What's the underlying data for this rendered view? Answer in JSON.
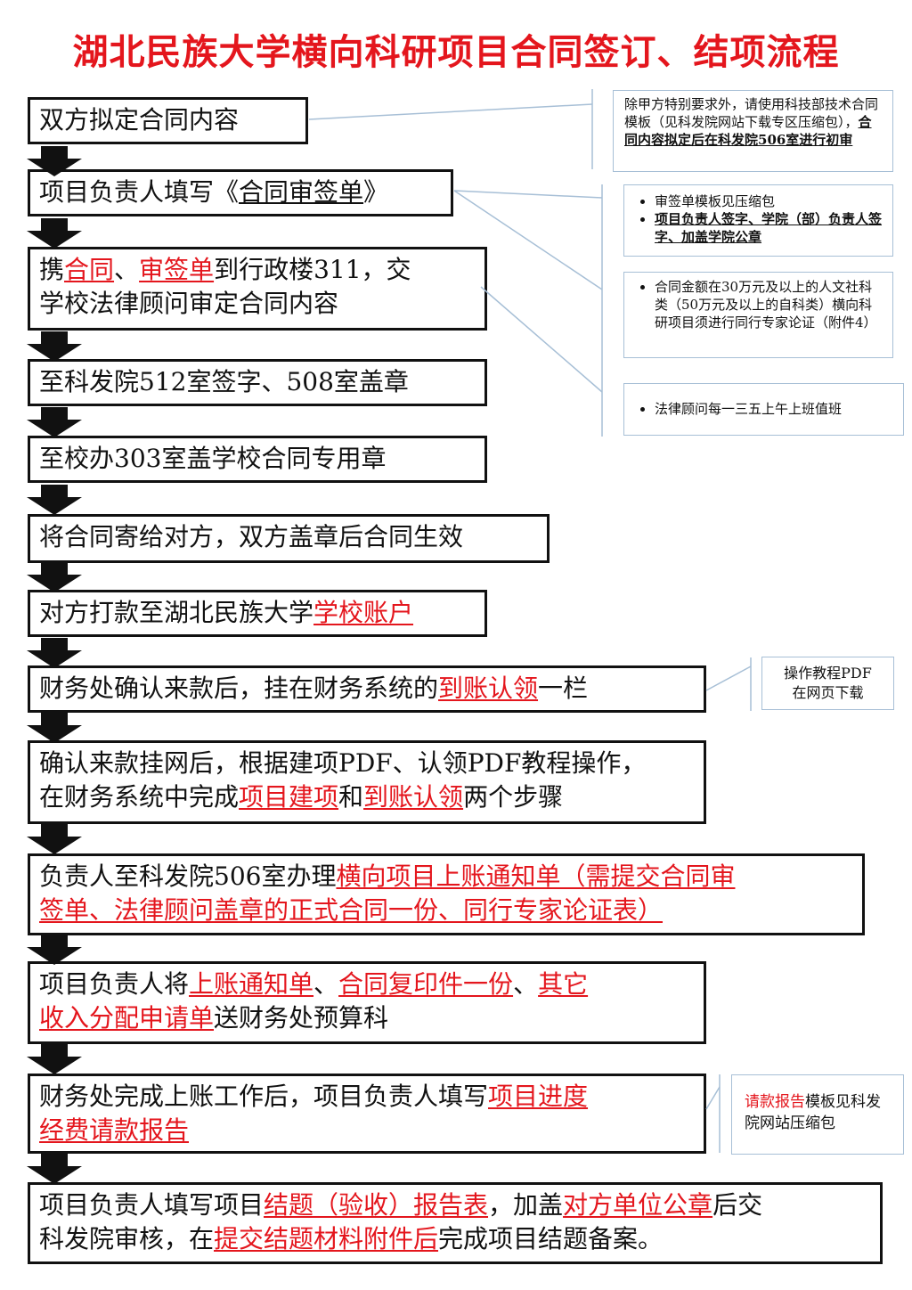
{
  "title": "湖北民族大学横向科研项目合同签订、结项流程",
  "steps": [
    {
      "segs": [
        {
          "t": "双方拟定合同内容"
        }
      ]
    },
    {
      "segs": [
        {
          "t": "项目负责人填写《"
        },
        {
          "t": "合同审签单",
          "u": true
        },
        {
          "t": "》"
        }
      ]
    },
    {
      "segs": [
        {
          "t": "携"
        },
        {
          "t": "合同",
          "r": true
        },
        {
          "t": "、"
        },
        {
          "t": "审签单",
          "r": true
        },
        {
          "t": "到行政楼311，交"
        },
        {
          "br": true
        },
        {
          "t": "学校法律顾问审定合同内容"
        }
      ]
    },
    {
      "segs": [
        {
          "t": "至科发院512室签字、508室盖章"
        }
      ]
    },
    {
      "segs": [
        {
          "t": "至校办303室盖学校合同专用章"
        }
      ]
    },
    {
      "segs": [
        {
          "t": "将合同寄给对方，双方盖章后合同生效"
        }
      ]
    },
    {
      "segs": [
        {
          "t": "对方打款至湖北民族大学"
        },
        {
          "t": "学校账户",
          "r": true
        }
      ]
    },
    {
      "segs": [
        {
          "t": "财务处确认来款后，挂在财务系统的"
        },
        {
          "t": "到账认领",
          "r": true
        },
        {
          "t": "一栏"
        }
      ]
    },
    {
      "segs": [
        {
          "t": "确认来款挂网后，根据建项PDF、认领PDF教程操作，"
        },
        {
          "br": true
        },
        {
          "t": "在财务系统中完成"
        },
        {
          "t": "项目建项",
          "r": true
        },
        {
          "t": "和"
        },
        {
          "t": "到账认领",
          "r": true
        },
        {
          "t": "两个步骤"
        }
      ]
    },
    {
      "segs": [
        {
          "t": "负责人至科发院506室办理"
        },
        {
          "t": "横向项目上账通知单（需提交合同审",
          "r": true
        },
        {
          "br": true
        },
        {
          "t": "签单、法律顾问盖章的正式合同一份、同行专家论证表）",
          "r": true
        }
      ]
    },
    {
      "segs": [
        {
          "t": "项目负责人将"
        },
        {
          "t": "上账通知单",
          "r": true
        },
        {
          "t": "、"
        },
        {
          "t": "合同复印件一份",
          "r": true
        },
        {
          "t": "、"
        },
        {
          "t": "其它",
          "r": true
        },
        {
          "br": true
        },
        {
          "t": "收入分配申请单",
          "r": true
        },
        {
          "t": "送财务处预算科"
        }
      ]
    },
    {
      "segs": [
        {
          "t": "财务处完成上账工作后，项目负责人填写"
        },
        {
          "t": "项目进度",
          "r": true
        },
        {
          "br": true
        },
        {
          "t": "经费请款报告",
          "r": true
        }
      ]
    },
    {
      "segs": [
        {
          "t": "项目负责人填写项目"
        },
        {
          "t": "结题（验收）报告表",
          "r": true
        },
        {
          "t": "，加盖"
        },
        {
          "t": "对方单位公章",
          "r": true
        },
        {
          "t": "后交"
        },
        {
          "br": true
        },
        {
          "t": "科发院审核，在"
        },
        {
          "t": "提交结题材料附件后",
          "r": true
        },
        {
          "t": "完成项目结题备案。"
        }
      ]
    }
  ],
  "notes": {
    "n1": {
      "plain": "除甲方特别要求外，请使用科技部技术合同模板（见科发院网站下载专区压缩包），",
      "bold": "合同内容拟定后在科发院506室进行初审"
    },
    "n2": {
      "b1": "审签单模板见压缩包",
      "b2": "项目负责人签字、学院（部）负责人签字、加盖学院公章"
    },
    "n3": {
      "b1": "合同金额在30万元及以上的人文社科类（50万元及以上的自科类）横向科研项目须进行同行专家论证（附件4）"
    },
    "n4": {
      "b1": "法律顾问每一三五上午上班值班"
    },
    "n5": {
      "line1": "操作教程PDF",
      "line2": "在网页下载"
    },
    "n6": {
      "red": "请款报告",
      "rest": "模板见科发院网站压缩包"
    }
  },
  "colors": {
    "accent": "#e4161d",
    "note_border": "#a7bfd6",
    "connector": "#a7bfd6"
  }
}
